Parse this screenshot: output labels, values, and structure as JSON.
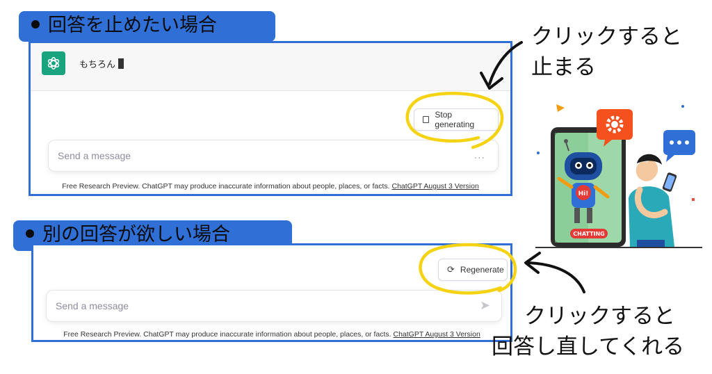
{
  "section1": {
    "label": "回答を止めたい場合",
    "assistant_text": "もちろん",
    "stop_button_label": "Stop generating",
    "input_placeholder": "Send a message",
    "footer_text": "Free Research Preview. ChatGPT may produce inaccurate information about people, places, or facts.",
    "footer_link": "ChatGPT August 3 Version"
  },
  "section2": {
    "label": "別の回答が欲しい場合",
    "regenerate_button_label": "Regenerate",
    "input_placeholder": "Send a message",
    "footer_text": "Free Research Preview. ChatGPT may produce inaccurate information about people, places, or facts.",
    "footer_link": "ChatGPT August 3 Version"
  },
  "captions": {
    "stop_line1": "クリックすると",
    "stop_line2": "止まる",
    "regen_line1": "クリックすると",
    "regen_line2": "回答し直してくれる"
  },
  "illustration": {
    "robot_badge": "Hi!",
    "phone_badge": "CHATTING"
  },
  "colors": {
    "label_blue": "#2f6fd6",
    "highlight_yellow": "#f5d313",
    "gpt_green": "#19a37f"
  }
}
